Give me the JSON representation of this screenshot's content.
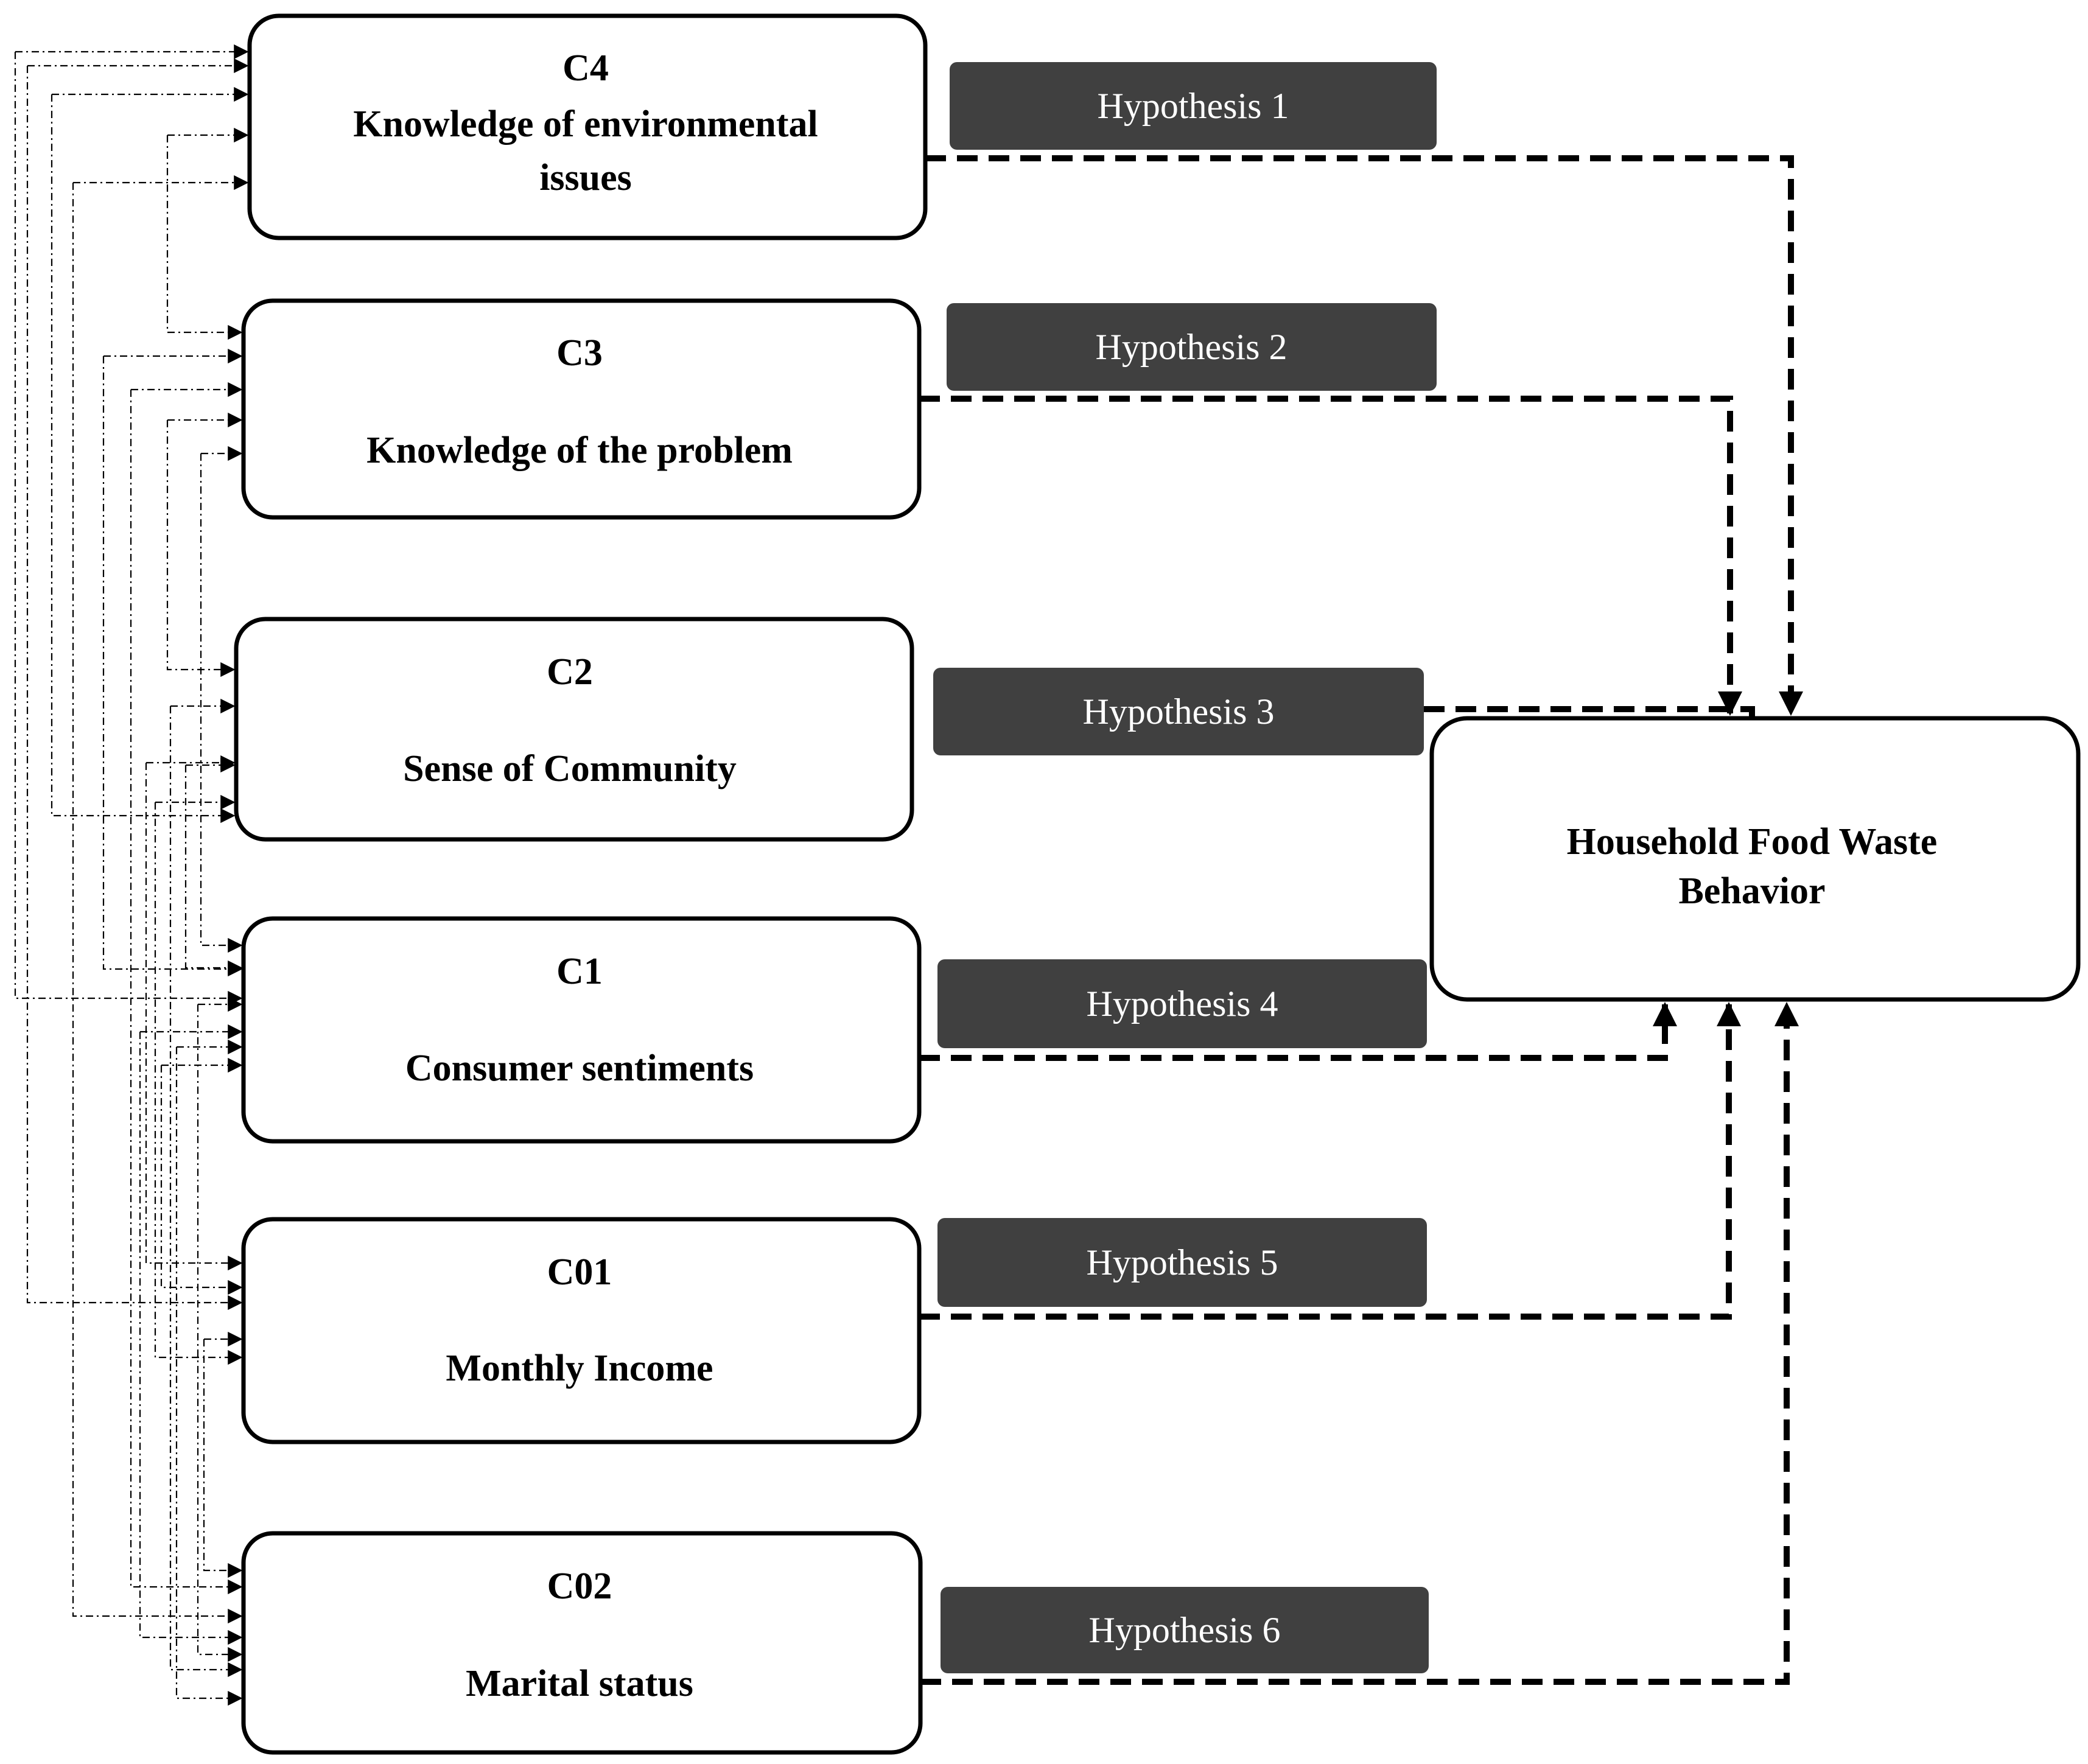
{
  "constructs": [
    {
      "id": "C4",
      "code": "C4",
      "label_lines": [
        "Knowledge of environmental",
        "issues"
      ]
    },
    {
      "id": "C3",
      "code": "C3",
      "label_lines": [
        "Knowledge of the problem"
      ]
    },
    {
      "id": "C2",
      "code": "C2",
      "label_lines": [
        "Sense of Community"
      ]
    },
    {
      "id": "C1",
      "code": "C1",
      "label_lines": [
        "Consumer  sentiments"
      ]
    },
    {
      "id": "C01",
      "code": "C01",
      "label_lines": [
        "Monthly Income"
      ]
    },
    {
      "id": "C02",
      "code": "C02",
      "label_lines": [
        "Marital status"
      ]
    }
  ],
  "outcome": {
    "label_lines": [
      "Household Food Waste",
      "Behavior"
    ]
  },
  "hypotheses": [
    {
      "label": "Hypothesis 1",
      "from": "C4"
    },
    {
      "label": "Hypothesis 2",
      "from": "C3"
    },
    {
      "label": "Hypothesis 3",
      "from": "C2"
    },
    {
      "label": "Hypothesis 4",
      "from": "C1"
    },
    {
      "label": "Hypothesis 5",
      "from": "C01"
    },
    {
      "label": "Hypothesis 6",
      "from": "C02"
    }
  ],
  "colors": {
    "hypothesis_fill": "#404040",
    "hypothesis_text": "#ffffff",
    "line": "#000000"
  }
}
